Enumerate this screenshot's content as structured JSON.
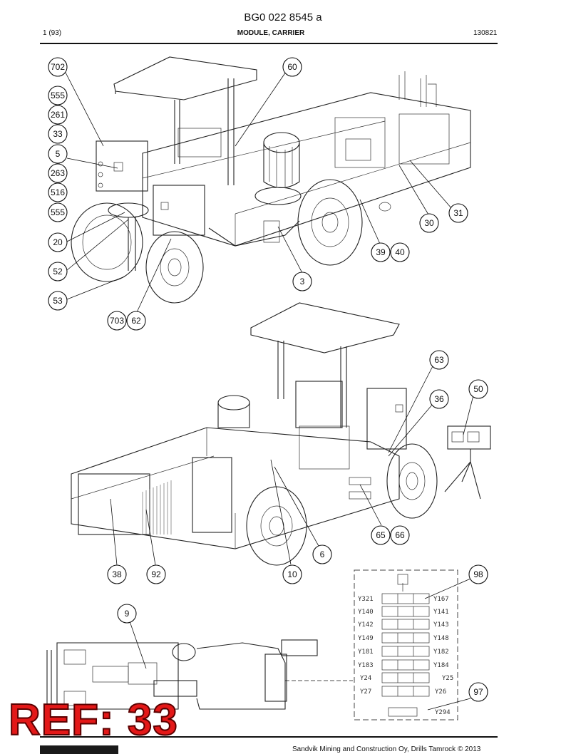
{
  "header": {
    "doc_id": "BG0 022 8545 a",
    "page": "1 (93)",
    "title": "MODULE, CARRIER",
    "date_code": "130821"
  },
  "footer": {
    "copyright": "Sandvik Mining and Construction Oy, Drills Tamrock © 2013"
  },
  "ref_label": "REF: 33",
  "callouts": {
    "c702": "702",
    "c555a": "555",
    "c261": "261",
    "c33": "33",
    "c5": "5",
    "c263": "263",
    "c516": "516",
    "c555b": "555",
    "c20": "20",
    "c52": "52",
    "c53": "53",
    "c703": "703",
    "c62": "62",
    "c60": "60",
    "c3": "3",
    "c39": "39",
    "c40": "40",
    "c30": "30",
    "c31": "31",
    "c63": "63",
    "c50": "50",
    "c36": "36",
    "c65": "65",
    "c66": "66",
    "c6": "6",
    "c38": "38",
    "c92": "92",
    "c10": "10",
    "c98": "98",
    "c9": "9",
    "c97": "97"
  },
  "valve_labels": {
    "left": [
      "Y321",
      "Y140",
      "Y142",
      "Y149",
      "Y181",
      "Y183",
      "Y24",
      "Y27"
    ],
    "right": [
      "Y167",
      "Y141",
      "Y143",
      "Y148",
      "Y182",
      "Y184",
      "Y25",
      "Y26"
    ],
    "bottom": "Y294"
  }
}
